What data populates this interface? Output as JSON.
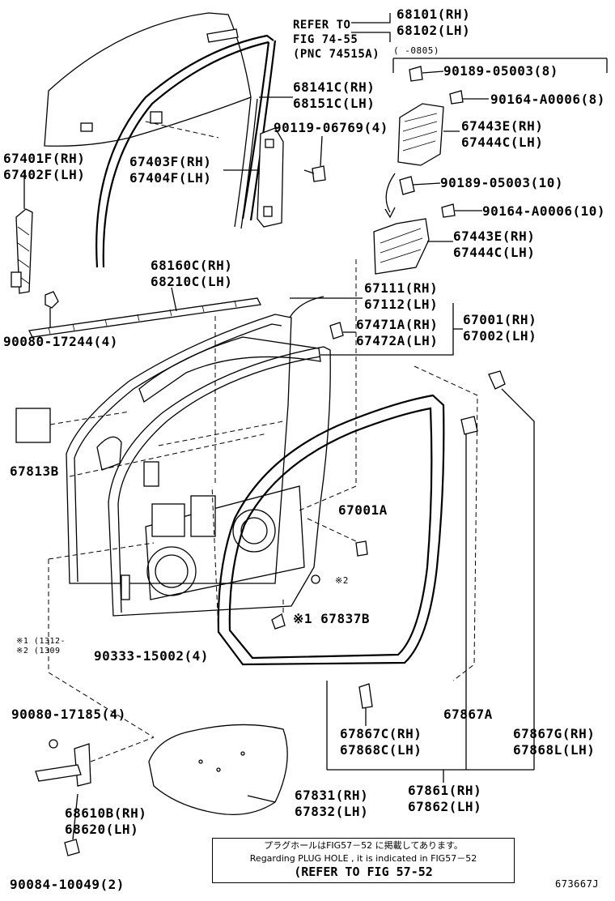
{
  "diagram": {
    "figure_id": "673667J",
    "labels": [
      {
        "id": "p68101",
        "lines": [
          "68101(RH)",
          "68102(LH)"
        ]
      },
      {
        "id": "refer7455",
        "lines": [
          "REFER TO",
          "FIG 74-55",
          "(PNC 74515A)"
        ]
      },
      {
        "id": "date0805",
        "lines": [
          "(    -0805)"
        ]
      },
      {
        "id": "p90189a",
        "lines": [
          "90189-05003(8)"
        ]
      },
      {
        "id": "p90164a",
        "lines": [
          "90164-A0006(8)"
        ]
      },
      {
        "id": "p68141",
        "lines": [
          "68141C(RH)",
          "68151C(LH)"
        ]
      },
      {
        "id": "p90119",
        "lines": [
          "90119-06769(4)"
        ]
      },
      {
        "id": "p67443a",
        "lines": [
          "67443E(RH)",
          "67444C(LH)"
        ]
      },
      {
        "id": "p67401",
        "lines": [
          "67401F(RH)",
          "67402F(LH)"
        ]
      },
      {
        "id": "p67403",
        "lines": [
          "67403F(RH)",
          "67404F(LH)"
        ]
      },
      {
        "id": "p90189b",
        "lines": [
          "90189-05003(10)"
        ]
      },
      {
        "id": "p90164b",
        "lines": [
          "90164-A0006(10)"
        ]
      },
      {
        "id": "p67443b",
        "lines": [
          "67443E(RH)",
          "67444C(LH)"
        ]
      },
      {
        "id": "p68160",
        "lines": [
          "68160C(RH)",
          "68210C(LH)"
        ]
      },
      {
        "id": "p67111",
        "lines": [
          "67111(RH)",
          "67112(LH)"
        ]
      },
      {
        "id": "p67001",
        "lines": [
          "67001(RH)",
          "67002(LH)"
        ]
      },
      {
        "id": "p67471",
        "lines": [
          "67471A(RH)",
          "67472A(LH)"
        ]
      },
      {
        "id": "p90080a",
        "lines": [
          "90080-17244(4)"
        ]
      },
      {
        "id": "p67813",
        "lines": [
          "67813B"
        ]
      },
      {
        "id": "p67001A",
        "lines": [
          "67001A"
        ]
      },
      {
        "id": "mark2",
        "lines": [
          "※2"
        ]
      },
      {
        "id": "p67837",
        "lines": [
          "※1 67837B"
        ]
      },
      {
        "id": "note12",
        "lines": [
          "※1 (1312-",
          "※2 (1309"
        ]
      },
      {
        "id": "p90333",
        "lines": [
          "90333-15002(4)"
        ]
      },
      {
        "id": "p90080b",
        "lines": [
          "90080-17185(4)"
        ]
      },
      {
        "id": "p67867A",
        "lines": [
          "67867A"
        ]
      },
      {
        "id": "p67867C",
        "lines": [
          "67867C(RH)",
          "67868C(LH)"
        ]
      },
      {
        "id": "p67867G",
        "lines": [
          "67867G(RH)",
          "67868L(LH)"
        ]
      },
      {
        "id": "p67831",
        "lines": [
          "67831(RH)",
          "67832(LH)"
        ]
      },
      {
        "id": "p67861",
        "lines": [
          "67861(RH)",
          "67862(LH)"
        ]
      },
      {
        "id": "p68610",
        "lines": [
          "68610B(RH)",
          "68620(LH)"
        ]
      },
      {
        "id": "p90084",
        "lines": [
          "90084-10049(2)"
        ]
      }
    ],
    "note": {
      "line1": "プラグホールはFIG57－52 に掲載してあります。",
      "line2": "Regarding  PLUG HOLE , it is  indicated  in  FIG57－52",
      "line3": "(REFER TO FIG 57-52"
    }
  }
}
